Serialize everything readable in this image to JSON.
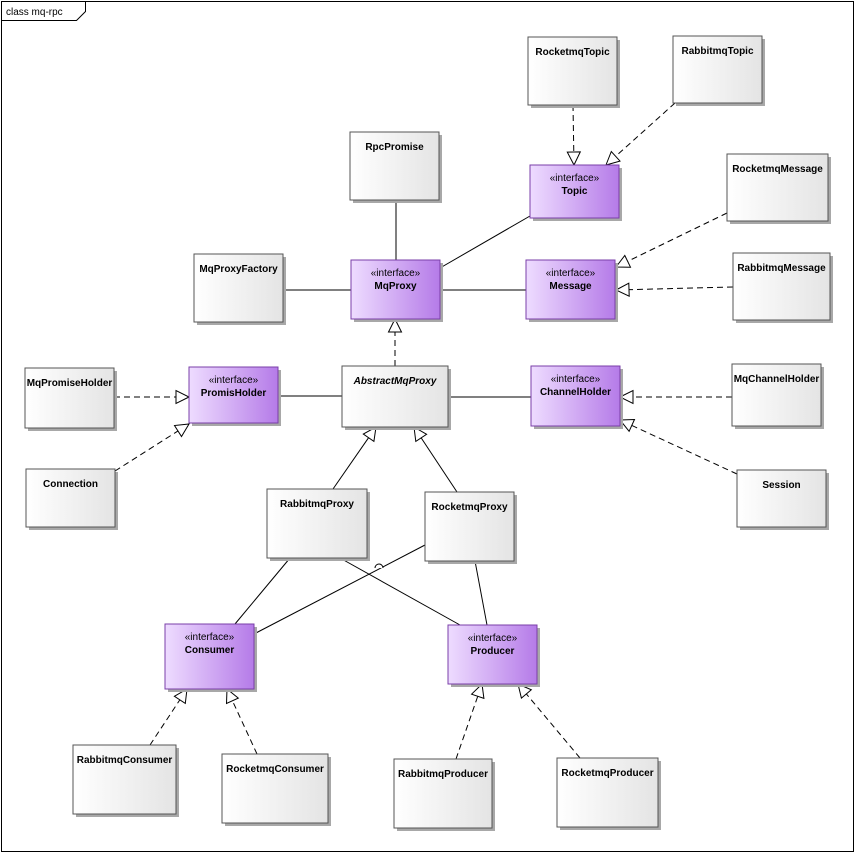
{
  "frame": {
    "title": "class mq-rpc"
  },
  "stereotype": "«interface»",
  "colors": {
    "interface_light": "#eedcff",
    "interface_dark": "#b57be8",
    "class_light": "#ffffff",
    "class_dark": "#e4e4e4",
    "line": "#000000"
  },
  "classes": [
    {
      "id": "rocketmqTopic",
      "name": "RocketmqTopic",
      "kind": "class"
    },
    {
      "id": "rabbitmqTopic",
      "name": "RabbitmqTopic",
      "kind": "class"
    },
    {
      "id": "rpcPromise",
      "name": "RpcPromise",
      "kind": "class"
    },
    {
      "id": "topic",
      "name": "Topic",
      "kind": "interface"
    },
    {
      "id": "rocketmqMessage",
      "name": "RocketmqMessage",
      "kind": "class"
    },
    {
      "id": "mqProxyFactory",
      "name": "MqProxyFactory",
      "kind": "class"
    },
    {
      "id": "mqProxy",
      "name": "MqProxy",
      "kind": "interface"
    },
    {
      "id": "message",
      "name": "Message",
      "kind": "interface"
    },
    {
      "id": "rabbitmqMessage",
      "name": "RabbitmqMessage",
      "kind": "class"
    },
    {
      "id": "mqPromiseHolder",
      "name": "MqPromiseHolder",
      "kind": "class"
    },
    {
      "id": "promisHolder",
      "name": "PromisHolder",
      "kind": "interface"
    },
    {
      "id": "abstractMqProxy",
      "name": "AbstractMqProxy",
      "kind": "abstract"
    },
    {
      "id": "channelHolder",
      "name": "ChannelHolder",
      "kind": "interface"
    },
    {
      "id": "mqChannelHolder",
      "name": "MqChannelHolder",
      "kind": "class"
    },
    {
      "id": "connection",
      "name": "Connection",
      "kind": "class"
    },
    {
      "id": "session",
      "name": "Session",
      "kind": "class"
    },
    {
      "id": "rabbitmqProxy",
      "name": "RabbitmqProxy",
      "kind": "class"
    },
    {
      "id": "rocketmqProxy",
      "name": "RocketmqProxy",
      "kind": "class"
    },
    {
      "id": "consumer",
      "name": "Consumer",
      "kind": "interface"
    },
    {
      "id": "producer",
      "name": "Producer",
      "kind": "interface"
    },
    {
      "id": "rabbitmqConsumer",
      "name": "RabbitmqConsumer",
      "kind": "class"
    },
    {
      "id": "rocketmqConsumer",
      "name": "RocketmqConsumer",
      "kind": "class"
    },
    {
      "id": "rabbitmqProducer",
      "name": "RabbitmqProducer",
      "kind": "class"
    },
    {
      "id": "rocketmqProducer",
      "name": "RocketmqProducer",
      "kind": "class"
    }
  ],
  "relations": [
    {
      "from": "rocketmqTopic",
      "to": "topic",
      "type": "realization"
    },
    {
      "from": "rabbitmqTopic",
      "to": "topic",
      "type": "realization"
    },
    {
      "from": "rocketmqMessage",
      "to": "message",
      "type": "realization"
    },
    {
      "from": "rabbitmqMessage",
      "to": "message",
      "type": "realization"
    },
    {
      "from": "abstractMqProxy",
      "to": "mqProxy",
      "type": "realization"
    },
    {
      "from": "mqPromiseHolder",
      "to": "promisHolder",
      "type": "realization"
    },
    {
      "from": "connection",
      "to": "promisHolder",
      "type": "realization"
    },
    {
      "from": "mqChannelHolder",
      "to": "channelHolder",
      "type": "realization"
    },
    {
      "from": "session",
      "to": "channelHolder",
      "type": "realization"
    },
    {
      "from": "rabbitmqProxy",
      "to": "abstractMqProxy",
      "type": "generalization"
    },
    {
      "from": "rocketmqProxy",
      "to": "abstractMqProxy",
      "type": "generalization"
    },
    {
      "from": "rabbitmqConsumer",
      "to": "consumer",
      "type": "realization"
    },
    {
      "from": "rocketmqConsumer",
      "to": "consumer",
      "type": "realization"
    },
    {
      "from": "rabbitmqProducer",
      "to": "producer",
      "type": "realization"
    },
    {
      "from": "rocketmqProducer",
      "to": "producer",
      "type": "realization"
    },
    {
      "from": "rpcPromise",
      "to": "mqProxy",
      "type": "association"
    },
    {
      "from": "mqProxyFactory",
      "to": "mqProxy",
      "type": "association"
    },
    {
      "from": "mqProxy",
      "to": "topic",
      "type": "association"
    },
    {
      "from": "mqProxy",
      "to": "message",
      "type": "association"
    },
    {
      "from": "promisHolder",
      "to": "abstractMqProxy",
      "type": "association"
    },
    {
      "from": "abstractMqProxy",
      "to": "channelHolder",
      "type": "association"
    },
    {
      "from": "rabbitmqProxy",
      "to": "consumer",
      "type": "association"
    },
    {
      "from": "rabbitmqProxy",
      "to": "producer",
      "type": "association"
    },
    {
      "from": "rocketmqProxy",
      "to": "consumer",
      "type": "association"
    },
    {
      "from": "rocketmqProxy",
      "to": "producer",
      "type": "association"
    }
  ]
}
